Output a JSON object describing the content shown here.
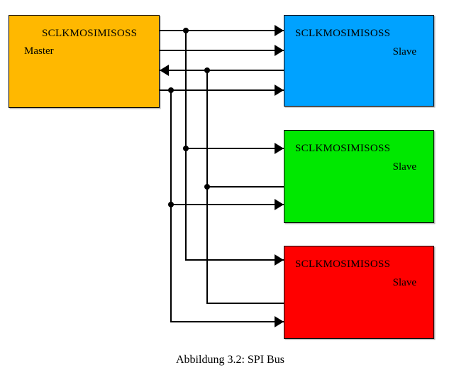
{
  "figure": {
    "master": {
      "ports_label": "SCLKMOSIMISOSS",
      "name": "Master",
      "fill_color": "#FFB800"
    },
    "slaves": [
      {
        "ports_label": "SCLKMOSIMISOSS",
        "name": "Slave",
        "fill_color": "#00A2FF"
      },
      {
        "ports_label": "SCLKMOSIMISOSS",
        "name": "Slave",
        "fill_color": "#00E800"
      },
      {
        "ports_label": "SCLKMOSIMISOSS",
        "name": "Slave",
        "fill_color": "#FF0000"
      }
    ],
    "wire_color": "#000000",
    "background_color": "#FFFFFF"
  },
  "caption": {
    "text": "Abbildung 3.2: SPI Bus"
  }
}
